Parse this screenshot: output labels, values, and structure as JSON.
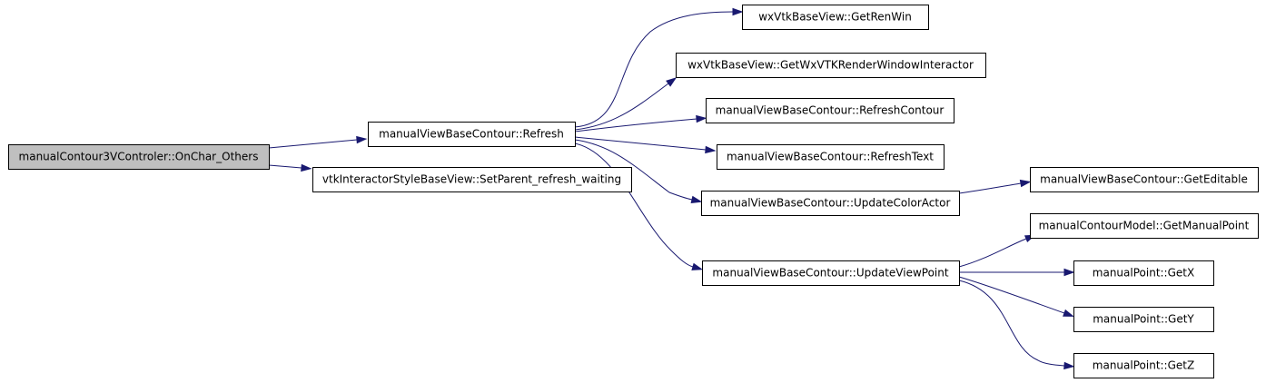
{
  "graph": {
    "nodes": [
      {
        "id": "n0",
        "label": "manualContour3VControler::OnChar_Others",
        "root": true
      },
      {
        "id": "n1",
        "label": "manualViewBaseContour::Refresh"
      },
      {
        "id": "n2",
        "label": "vtkInteractorStyleBaseView::SetParent_refresh_waiting"
      },
      {
        "id": "n3",
        "label": "wxVtkBaseView::GetRenWin"
      },
      {
        "id": "n4",
        "label": "wxVtkBaseView::GetWxVTKRenderWindowInteractor"
      },
      {
        "id": "n5",
        "label": "manualViewBaseContour::RefreshContour"
      },
      {
        "id": "n6",
        "label": "manualViewBaseContour::RefreshText"
      },
      {
        "id": "n7",
        "label": "manualViewBaseContour::UpdateColorActor"
      },
      {
        "id": "n8",
        "label": "manualViewBaseContour::UpdateViewPoint"
      },
      {
        "id": "n9",
        "label": "manualViewBaseContour::GetEditable"
      },
      {
        "id": "n10",
        "label": "manualContourModel::GetManualPoint"
      },
      {
        "id": "n11",
        "label": "manualPoint::GetX"
      },
      {
        "id": "n12",
        "label": "manualPoint::GetY"
      },
      {
        "id": "n13",
        "label": "manualPoint::GetZ"
      }
    ],
    "edges": [
      {
        "from": "n0",
        "to": "n1"
      },
      {
        "from": "n0",
        "to": "n2"
      },
      {
        "from": "n1",
        "to": "n3"
      },
      {
        "from": "n1",
        "to": "n4"
      },
      {
        "from": "n1",
        "to": "n5"
      },
      {
        "from": "n1",
        "to": "n6"
      },
      {
        "from": "n1",
        "to": "n7"
      },
      {
        "from": "n1",
        "to": "n8"
      },
      {
        "from": "n7",
        "to": "n9"
      },
      {
        "from": "n8",
        "to": "n10"
      },
      {
        "from": "n8",
        "to": "n11"
      },
      {
        "from": "n8",
        "to": "n12"
      },
      {
        "from": "n8",
        "to": "n13"
      }
    ],
    "colors": {
      "edge": "#191970",
      "root_fill": "#bfbfbf",
      "node_fill": "#ffffff",
      "node_border": "#000000"
    }
  }
}
